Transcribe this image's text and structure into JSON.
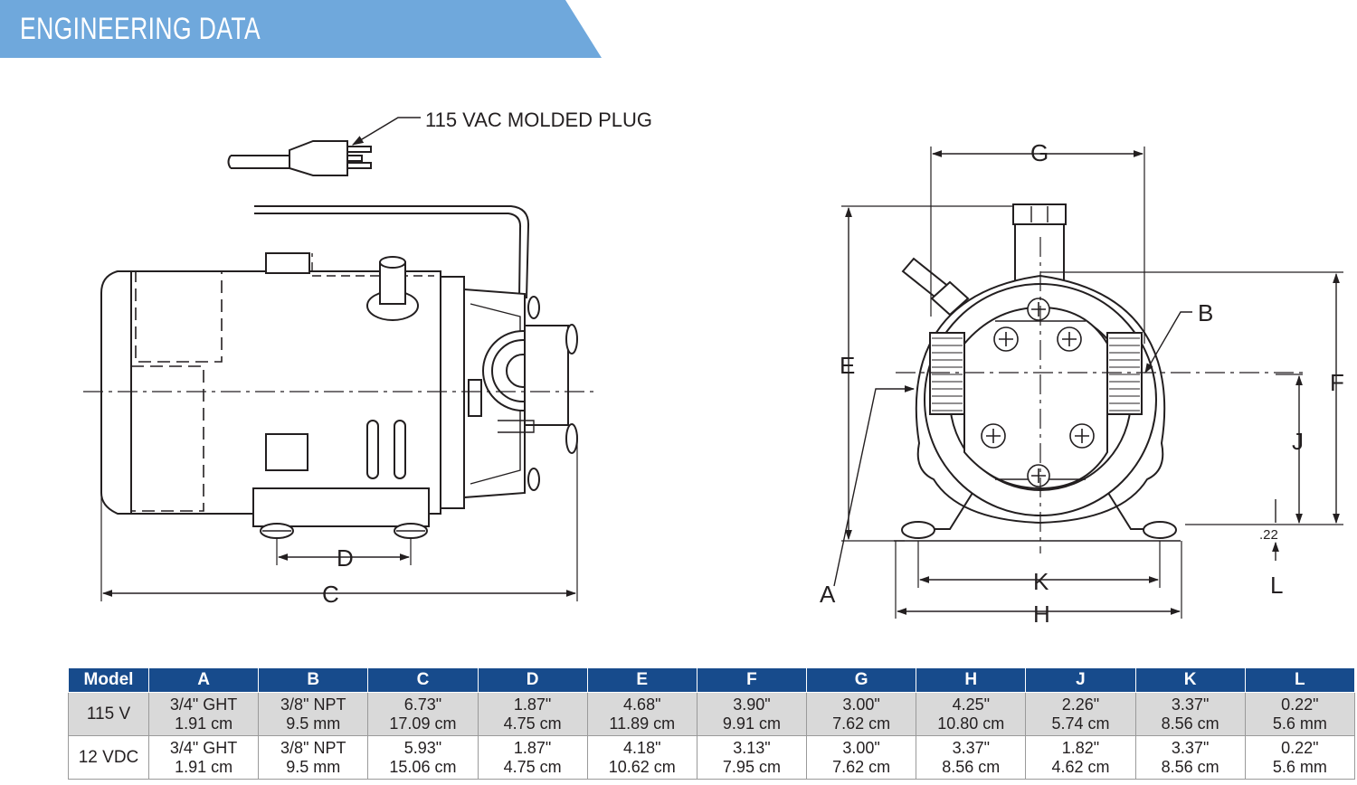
{
  "header": {
    "title": "ENGINEERING DATA",
    "banner_color": "#6fa8dc"
  },
  "drawing": {
    "plug_label": "115 VAC MOLDED PLUG",
    "side_view_dims": [
      "D",
      "C"
    ],
    "end_view_dims": [
      "G",
      "E",
      "B",
      "F",
      "J",
      "A",
      "K",
      "L",
      "H"
    ],
    "base_offset_label": ".22"
  },
  "table": {
    "header_color": "#174b8c",
    "columns": [
      "Model",
      "A",
      "B",
      "C",
      "D",
      "E",
      "F",
      "G",
      "H",
      "J",
      "K",
      "L"
    ],
    "rows": [
      {
        "model": "115 V",
        "cells": [
          [
            "3/4\" GHT",
            "1.91 cm"
          ],
          [
            "3/8\" NPT",
            "9.5 mm"
          ],
          [
            "6.73\"",
            "17.09 cm"
          ],
          [
            "1.87\"",
            "4.75 cm"
          ],
          [
            "4.68\"",
            "11.89 cm"
          ],
          [
            "3.90\"",
            "9.91 cm"
          ],
          [
            "3.00\"",
            "7.62 cm"
          ],
          [
            "4.25\"",
            "10.80 cm"
          ],
          [
            "2.26\"",
            "5.74 cm"
          ],
          [
            "3.37\"",
            "8.56 cm"
          ],
          [
            "0.22\"",
            "5.6 mm"
          ]
        ]
      },
      {
        "model": "12 VDC",
        "cells": [
          [
            "3/4\" GHT",
            "1.91 cm"
          ],
          [
            "3/8\" NPT",
            "9.5 mm"
          ],
          [
            "5.93\"",
            "15.06 cm"
          ],
          [
            "1.87\"",
            "4.75 cm"
          ],
          [
            "4.18\"",
            "10.62 cm"
          ],
          [
            "3.13\"",
            "7.95 cm"
          ],
          [
            "3.00\"",
            "7.62 cm"
          ],
          [
            "3.37\"",
            "8.56 cm"
          ],
          [
            "1.82\"",
            "4.62 cm"
          ],
          [
            "3.37\"",
            "8.56 cm"
          ],
          [
            "0.22\"",
            "5.6 mm"
          ]
        ]
      }
    ]
  }
}
